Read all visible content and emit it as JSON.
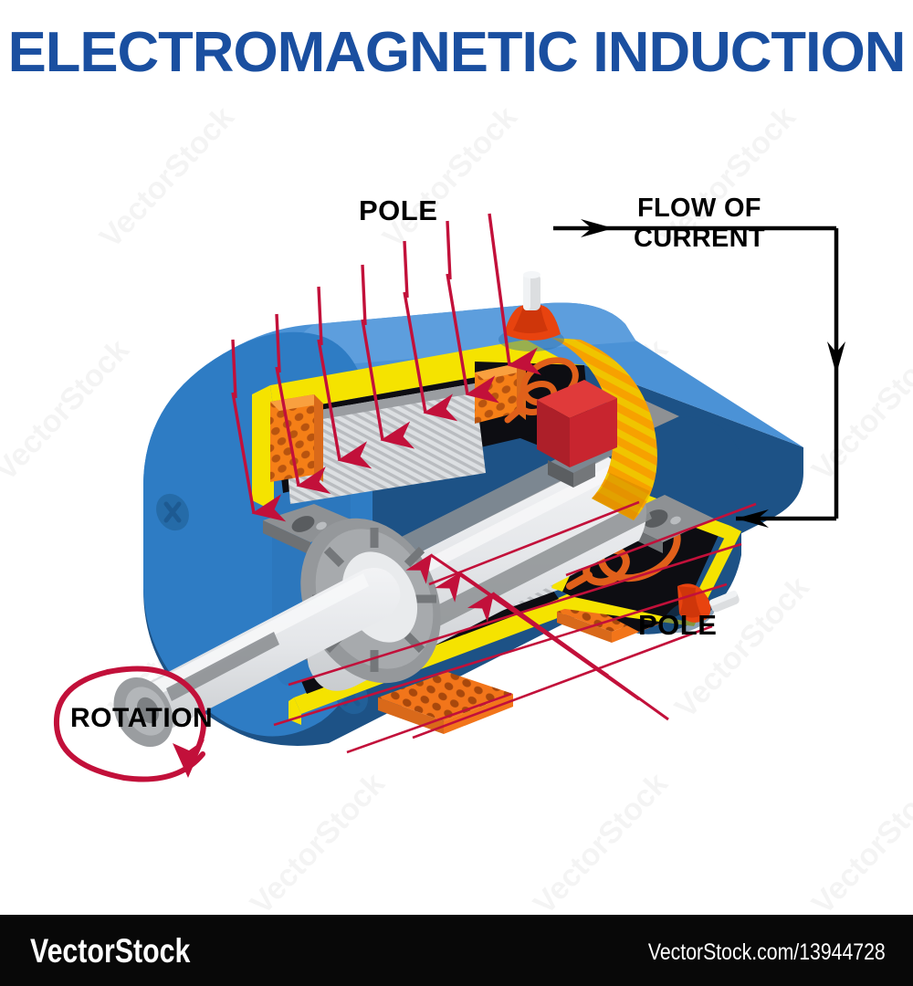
{
  "title": "ELECTROMAGNETIC INDUCTION",
  "labels": {
    "pole_top": "POLE",
    "pole_bottom": "POLE",
    "rotation": "ROTATION",
    "flow_line1": "FLOW OF",
    "flow_line2": "CURRENT"
  },
  "footer": {
    "brand": "VectorStock",
    "url": "VectorStock.com/13944728"
  },
  "watermark": {
    "text": "VectorStock"
  },
  "colors": {
    "title_blue": "#1a4fa0",
    "housing_light_blue": "#4b92d6",
    "housing_mid_blue": "#2e7cc4",
    "housing_dark_blue": "#1d5286",
    "frame_yellow": "#f5e300",
    "coil_orange": "#f57f17",
    "coil_orange_dark": "#b8540f",
    "brush_red": "#c62828",
    "field_line_red": "#c2103a",
    "rotation_red": "#c2103a",
    "commutator_orange": "#f7a100",
    "stator_gray": "#d8dadc",
    "rotor_gray": "#8e9194",
    "shaft_gray": "#e6e8ea",
    "cavity_black": "#0d0d12",
    "terminal_orange": "#e8430f",
    "wire_black": "#000000",
    "footer_black": "#080808"
  },
  "diagram": {
    "type": "isometric-cutaway-electric-motor",
    "components": [
      "stator-housing",
      "end-cap-left",
      "end-cap-right",
      "field-coil-blocks",
      "stator-laminations",
      "rotor-armature",
      "drive-shaft",
      "commutator-ring",
      "carbon-brush",
      "terminal-post-top",
      "terminal-post-bottom",
      "wire-coil-loops",
      "mounting-feet"
    ],
    "field_line_count": 7,
    "emf_arrow_count": 9
  }
}
